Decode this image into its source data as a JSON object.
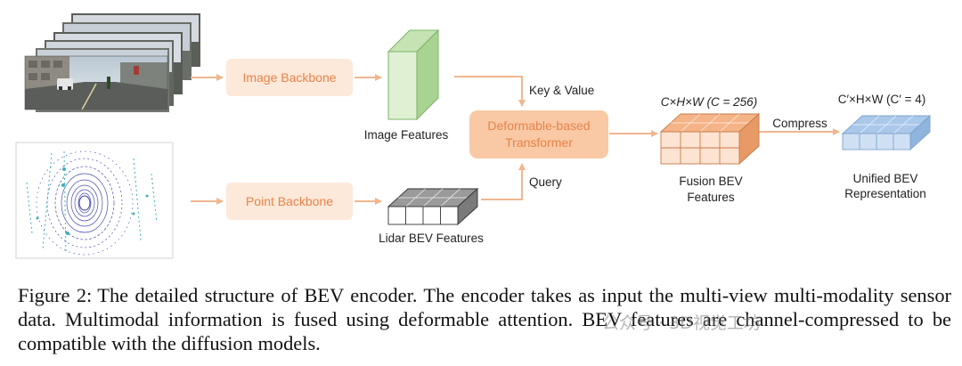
{
  "diagram": {
    "image_backbone": "Image Backbone",
    "point_backbone": "Point Backbone",
    "image_features": "Image Features",
    "lidar_bev_features": "Lidar BEV Features",
    "key_value": "Key & Value",
    "query": "Query",
    "transformer_line1": "Deformable-based",
    "transformer_line2": "Transformer",
    "fusion_dims": "C×H×W (C = 256)",
    "fusion_line1": "Fusion BEV",
    "fusion_line2": "Features",
    "compress": "Compress",
    "unified_dims": "C′×H×W (C′ = 4)",
    "unified_line1": "Unified BEV",
    "unified_line2": "Representation"
  },
  "caption": {
    "label": "Figure 2:",
    "text": "The detailed structure of BEV encoder. The encoder takes as input the multi-view multi-modality sensor data. Multimodal information is fused using deformable attention. BEV features are channel-compressed to be compatible with the diffusion models."
  },
  "watermark": "公众号 · 3D视觉工坊",
  "colors": {
    "accent_orange": "#e8834a",
    "backbone_fill": "#fde9d9",
    "transformer_fill": "#f8c9a4",
    "arrow": "#f1b68e",
    "green_face": "#dff0d3",
    "blue_face": "#cfe0f4"
  }
}
